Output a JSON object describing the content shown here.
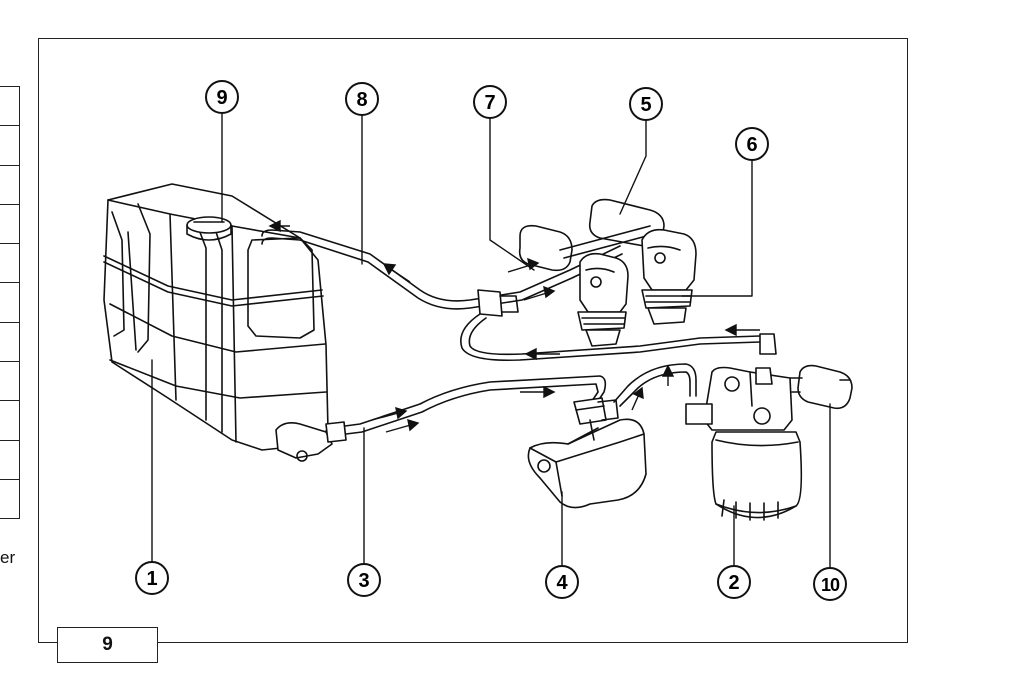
{
  "side_text": "er",
  "figure_number": "9",
  "callouts": [
    {
      "id": "c9",
      "label": "9"
    },
    {
      "id": "c8",
      "label": "8"
    },
    {
      "id": "c7",
      "label": "7"
    },
    {
      "id": "c5",
      "label": "5"
    },
    {
      "id": "c6",
      "label": "6"
    },
    {
      "id": "c1",
      "label": "1"
    },
    {
      "id": "c3",
      "label": "3"
    },
    {
      "id": "c4",
      "label": "4"
    },
    {
      "id": "c2",
      "label": "2"
    },
    {
      "id": "c10",
      "label": "10"
    }
  ]
}
